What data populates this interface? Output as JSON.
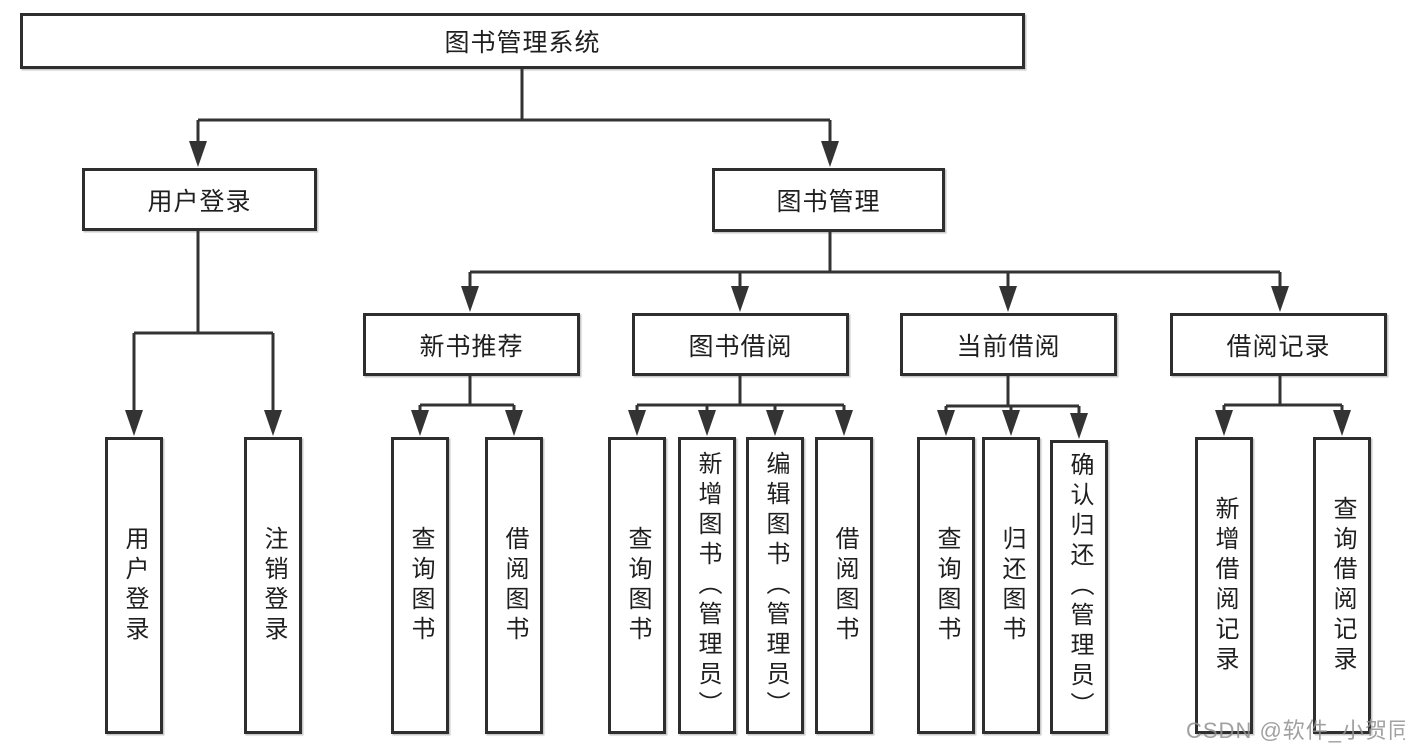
{
  "diagram": {
    "root_label": "图书管理系统",
    "level2": {
      "user_login": "用户登录",
      "book_mgmt": "图书管理"
    },
    "level3": {
      "new_books": "新书推荐",
      "book_borrow": "图书借阅",
      "current_borrow": "当前借阅",
      "borrow_records": "借阅记录"
    },
    "leaves": {
      "user_login": [
        "用户登录",
        "注销登录"
      ],
      "new_books": [
        "查询图书",
        "借阅图书"
      ],
      "book_borrow": [
        "查询图书",
        "新增图书（管理员）",
        "编辑图书（管理员）",
        "借阅图书"
      ],
      "current_borrow": [
        "查询图书",
        "归还图书",
        "确认归还（管理员）"
      ],
      "borrow_records": [
        "新增借阅记录",
        "查询借阅记录"
      ]
    },
    "watermark": "CSDN @软件_小贺同学",
    "colors": {
      "line": "#333333",
      "box_border": "#2e2e2e",
      "text": "#1f1f1f",
      "watermark": "#919191",
      "background": "#ffffff"
    }
  }
}
